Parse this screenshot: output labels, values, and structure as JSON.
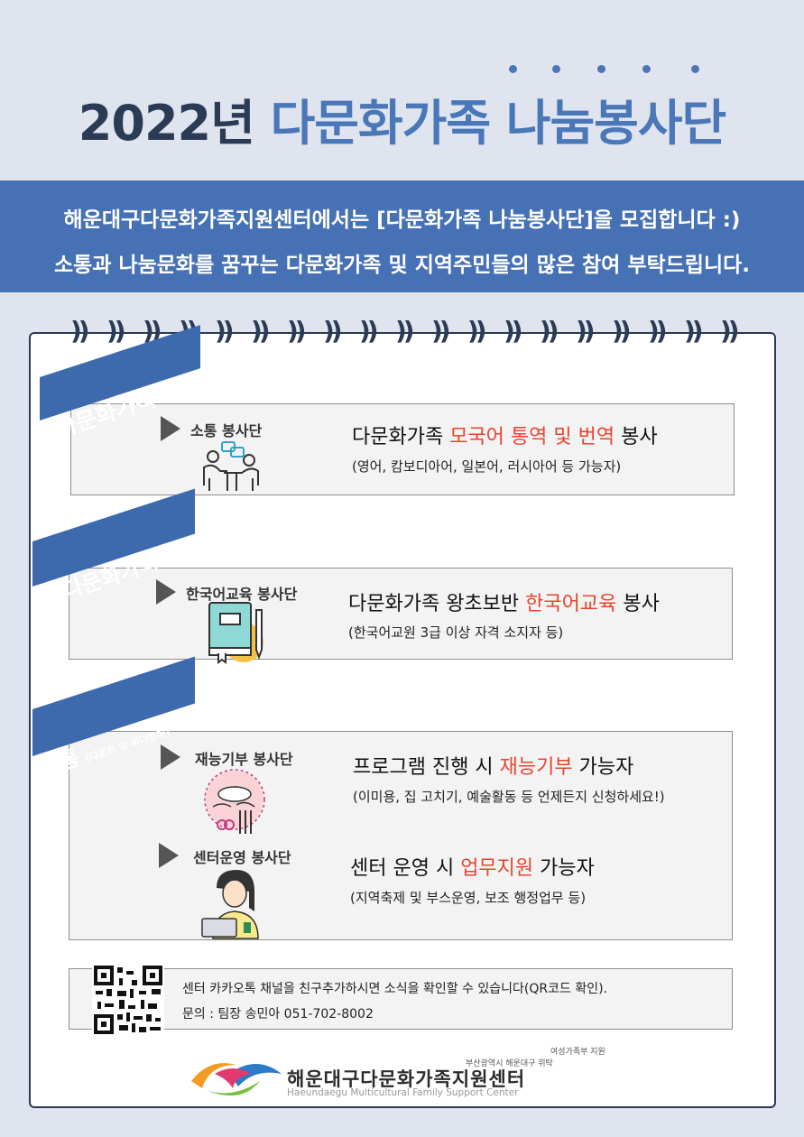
{
  "title": {
    "year": "2022년",
    "accent": "다문화가족 나눔봉사단"
  },
  "banner": {
    "line1": "해운대구다문화가족지원센터에서는 [다문화가족 나눔봉사단]을 모집합니다 :)",
    "line2": "소통과 나눔문화를 꿈꾸는 다문화가족 및 지역주민들의 많은 참여 부탁드립니다."
  },
  "sections": {
    "multicultural": {
      "ribbon": "다문화가족",
      "role": "소통 봉사단",
      "head_pre": "다문화가족 ",
      "head_hl": "모국어 통역 및 번역",
      "head_post": " 봉사",
      "sub": "(영어, 캄보디아어, 일본어, 러시아어 등 가능자)",
      "icon": "conversation-icon"
    },
    "non_multicultural": {
      "ribbon": "비다문화가족",
      "role": "한국어교육 봉사단",
      "head_pre": "다문화가족 왕초보반 ",
      "head_hl": "한국어교육",
      "head_post": " 봉사",
      "sub": "(한국어교원 3급 이상 자격 소지자 등)",
      "icon": "book-pencil-icon"
    },
    "common": {
      "ribbon": "공통",
      "ribbon_sub": "(다문화 및 비다문화)",
      "talent": {
        "role": "재능기부 봉사단",
        "head_pre": "프로그램 진행 시 ",
        "head_hl": "재능기부",
        "head_post": " 가능자",
        "sub": "(이미용, 집 고치기, 예술활동 등 언제든지 신청하세요!)",
        "icon": "nail-art-icon"
      },
      "center": {
        "role": "센터운영 봉사단",
        "head_pre": "센터 운영 시 ",
        "head_hl": "업무지원",
        "head_post": " 가능자",
        "sub": "(지역축제 및 부스운영, 보조 행정업무 등)",
        "icon": "office-worker-icon"
      }
    }
  },
  "info": {
    "line1": "센터 카카오톡 채널을 친구추가하시면 소식을 확인할 수 있습니다(QR코드 확인).",
    "line2": "문의 : 팀장 송민아 051-702-8002"
  },
  "logo": {
    "sup1": "여성가족부 지원",
    "sup2": "부산광역시 해운대구 위탁",
    "name": "해운대구다문화가족지원센터",
    "english": "Haeundaegu Multicultural Family Support Center"
  },
  "colors": {
    "accent": "#4a77b8",
    "banner": "#4671b4",
    "highlight": "#e8442e",
    "dark": "#2b3a55"
  }
}
